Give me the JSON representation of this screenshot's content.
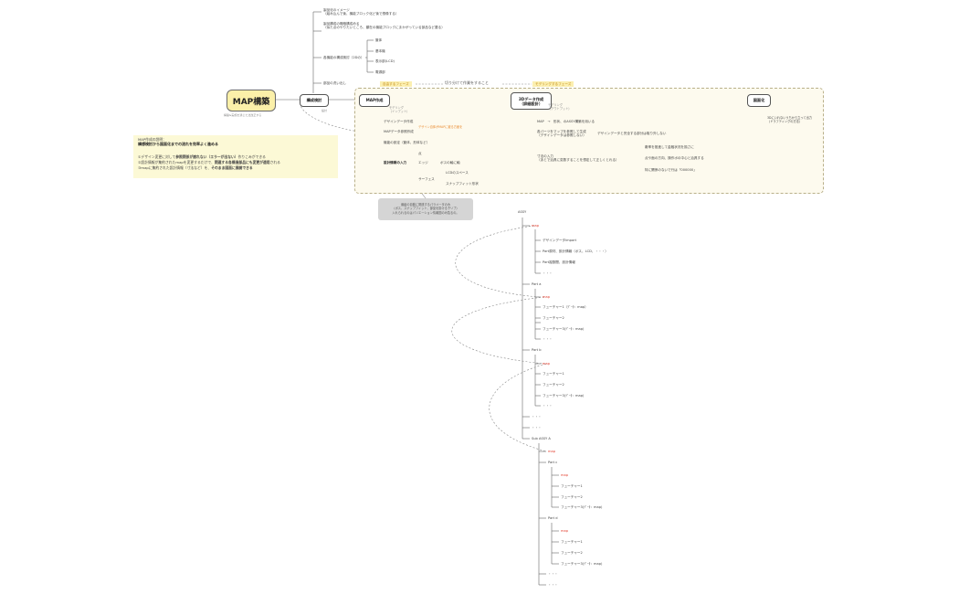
{
  "root": {
    "label": "MAP構築",
    "sub": "構築&実施を通じた法改正する"
  },
  "phase_nodes": {
    "study": {
      "label": "構成検討",
      "sub": "設計"
    },
    "map": {
      "label": "MAP作成"
    },
    "model3d": {
      "label": "3Dデータ作成\n（詳細設計）",
      "sub": "モデリング\n（アウトプット）"
    },
    "drawing": {
      "label": "図面化"
    }
  },
  "map_sub": "モデリング\n（インプット）",
  "study_branches": {
    "b1": "製品化のイメージ\n（組み込んで後、機能ブロック化ど後で想像する）",
    "b2": "製品構成の概略構成める\n（似た点のやりたいところ、顕在の機能ブロックにまかがっている部品など要る）",
    "b3": "各機能の構成検討（2Dの）",
    "b4": "部品の洗い出し"
  },
  "b3_children": [
    "筐体",
    "基本機",
    "表示部(LCD)",
    "電源部"
  ],
  "phase_tags": {
    "left": "自由するフェーズ",
    "center": "切り分けて作業をすること",
    "right": "モデリングするフェーズ"
  },
  "map_branches": {
    "m1": "デザインデータ作成",
    "m1_note": "デザイン自体がMAPに被る方面を",
    "m2": "MAPデータ参照作成",
    "m3": "機能の設定（筐体、形体など）",
    "m4": "設計情報の入力"
  },
  "m4_children": {
    "c1": "点",
    "c2": "エッジ",
    "c2_child": "ボスの軸に軸",
    "c3": "サーフェス",
    "c3_child1": "LCDのスペース",
    "c3_child2": "スナップフィット形状"
  },
  "model_branches": {
    "d1": "MAP　→　形状、のASSY構築を用いる",
    "d2": "各パーツをマップを参照して生成\n（デザインデータは参照しない）",
    "d2_child": "デザインデータと完全する部分は取り外しない",
    "d3": "寸法の入力\n（あとで治具に変数することを想定して正しくとれる）",
    "d3_children": [
      "敷率を推進して金融状況を揃さに",
      "点や面の方向、操作ポの中心と治具する",
      "特に関係のないで行は「000000」"
    ]
  },
  "drawing_note": "3Dにいれないうちから立って出力\n（ドラフティングの方法）",
  "explain": {
    "line1": "MAP作成の説明：",
    "line2": "構想検討から図面化までの流れを効率よく進める",
    "p1_pre": "①デザイン変更に対して",
    "p1_b": "参照関係が崩れない（エラーが出ない）",
    "p1_post": "作りこみができる",
    "p2_pre": "②設計情報が集約されたmapを変更するだけで、",
    "p2_b": "関連する各構造部品にも変更が適用",
    "p2_post": "される",
    "p3_pre": "③mapに集約された設計情報（寸法など）を、",
    "p3_b": "そのまま図面に展開できる"
  },
  "tip": "番組の自動に関連するパラメータのみ\n（ボス、スナップフィット、部品を掛ける下リブ）\n入れられるのはパリエーション情報図のみ覧るの。",
  "tree": {
    "assy": "ASSY",
    "map": "map",
    "main_children": [
      "デザインデータimport",
      "Part原材、設計情報（ボス、LCD、・・・）",
      "Part複数間、設計情報",
      "・・・"
    ],
    "part_a": "Part a",
    "part_a_children": [
      "map",
      "フューチャー1（ﾃﾞｰﾀ：map）",
      "フューチャー2",
      "フューチャー3(ﾃﾞｰﾀ：map)",
      "・・・"
    ],
    "part_b": "Part b",
    "part_b_children": [
      "map",
      "フューチャー1",
      "フューチャー2",
      "フューチャー3(ﾃﾞｰﾀ：map)",
      "・・・"
    ],
    "ellipsis": [
      "・・・",
      "・・・"
    ],
    "sub_assy": "Sub ASSY A",
    "sub_map": "map",
    "part_c": "Part c",
    "part_c_children": [
      "map",
      "フューチャー1",
      "フューチャー2",
      "フューチャー3(ﾃﾞｰﾀ：map)"
    ],
    "part_d": "Part d",
    "part_d_children": [
      "map",
      "フューチャー1",
      "フューチャー2",
      "フューチャー3(ﾃﾞｰﾀ：map)"
    ],
    "sub_ellipsis": [
      "・・・",
      "・・・"
    ]
  }
}
